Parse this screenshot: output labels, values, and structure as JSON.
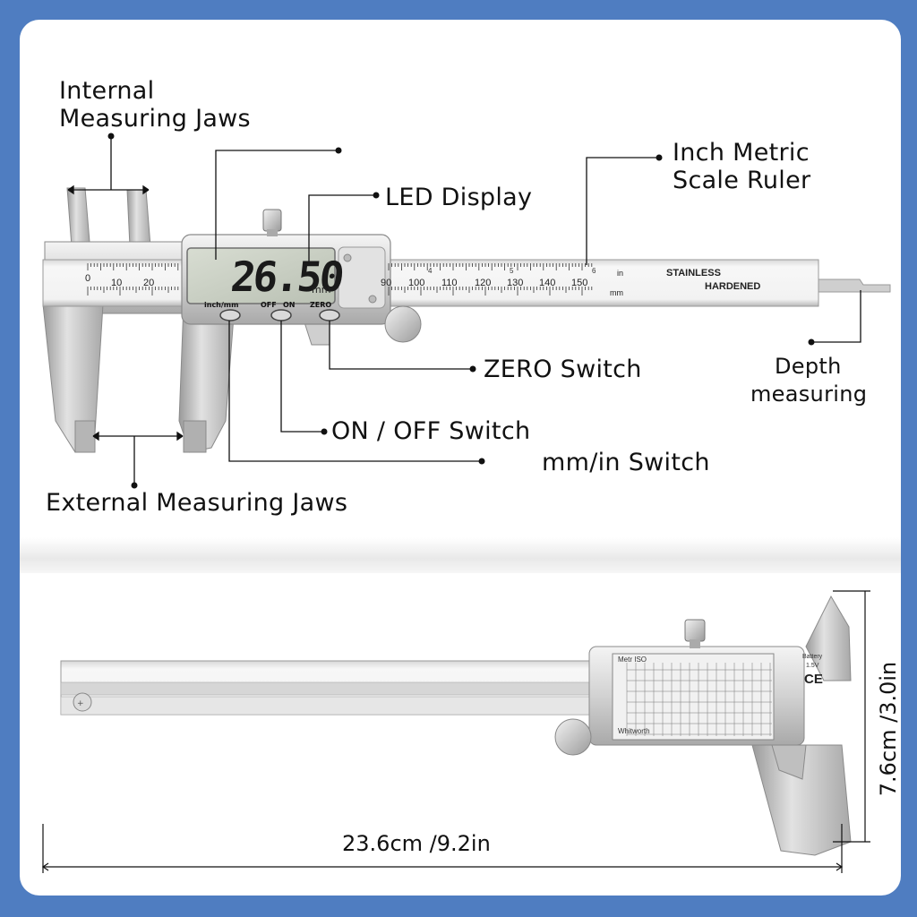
{
  "labels": {
    "internal_jaws_line1": "Internal",
    "internal_jaws_line2": "Measuring Jaws",
    "led_display": "LED Display",
    "inch_metric_line1": "Inch Metric",
    "inch_metric_line2": "Scale Ruler",
    "zero_switch": "ZERO Switch",
    "depth_line1": "Depth",
    "depth_line2": "measuring",
    "on_off_switch": "ON / OFF Switch",
    "mm_in_switch": "mm/in Switch",
    "external_jaws": "External Measuring Jaws"
  },
  "caliper": {
    "display_value": "26.50",
    "display_unit": "mm",
    "button_labels": [
      "inch/mm",
      "OFF",
      "ON",
      "ZERO"
    ],
    "bar_in_label": "in",
    "bar_mm_label": "mm",
    "bar_text_1": "STAINLESS",
    "bar_text_2": "HARDENED",
    "scale_numbers_left": [
      "0",
      "10",
      "20"
    ],
    "scale_numbers_right": [
      "90",
      "100",
      "110",
      "120",
      "130",
      "140",
      "150"
    ],
    "inch_numbers": [
      "4",
      "5",
      "6"
    ]
  },
  "dimensions": {
    "length": "23.6cm /9.2in",
    "height": "7.6cm /3.0in"
  },
  "back_view": {
    "battery_line1": "Battery",
    "battery_line2": "1.5V",
    "ce_mark": "CE",
    "table_title_1": "Metr ISO",
    "table_title_2": "Whitworth"
  },
  "colors": {
    "background_frame": "#4f7dc1",
    "card": "#ffffff",
    "steel_light": "#e6e6e6",
    "steel_mid": "#bdbdbd",
    "lcd": "#c9cfc3"
  }
}
